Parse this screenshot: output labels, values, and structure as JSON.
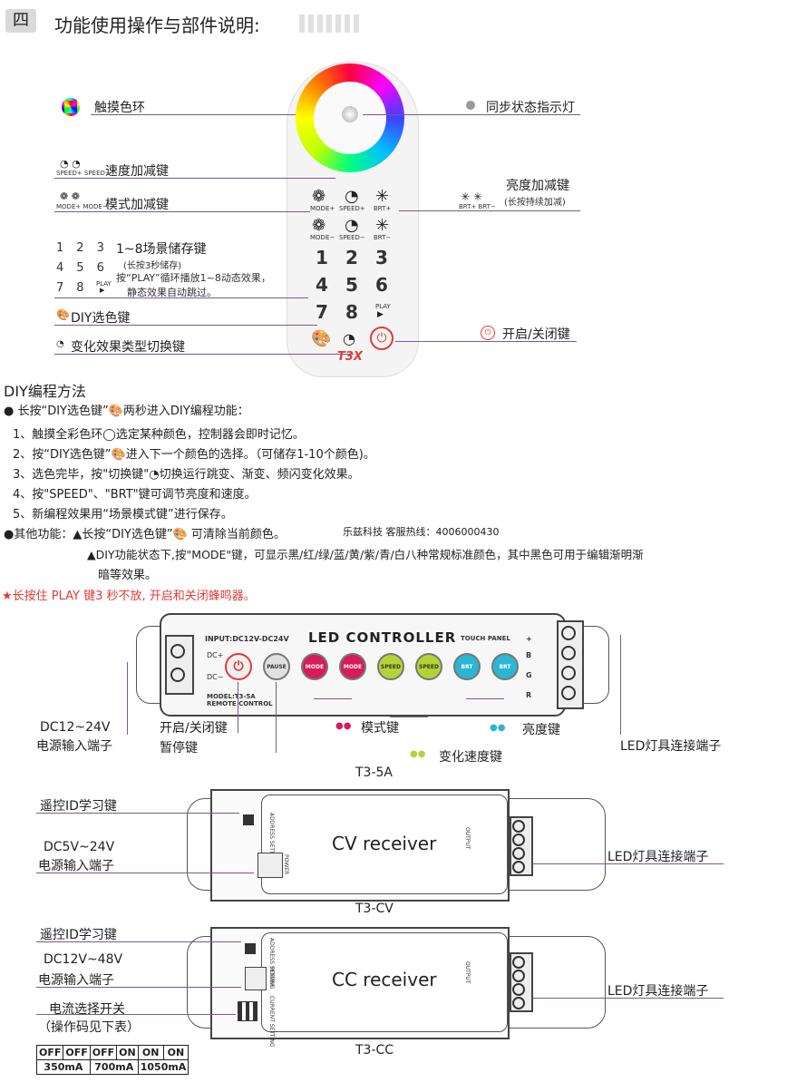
{
  "header": {
    "number": "四",
    "title": "功能使用操作与部件说明:"
  },
  "remote": {
    "labels": {
      "touch_ring": "触摸色环",
      "sync_led": "同步状态指示灯",
      "speed_keys": "速度加减键",
      "mode_keys": "模式加减键",
      "brightness_keys": "亮度加减键",
      "brightness_note": "(长按持续加减)",
      "scene_keys": "1~8场景储存键",
      "scene_note": "(长按3秒储存)",
      "play_note_1": "按“PLAY”循环播放1~8动态效果，",
      "play_note_2": "静态效果自动跳过。",
      "diy_key": "DIY选色键",
      "switch_key": "变化效果类型切换键",
      "power_key": "开启/关闭键"
    },
    "key_texts": {
      "mode_plus": "MODE+",
      "mode_minus": "MODE−",
      "speed_plus": "SPEED+",
      "speed_minus": "SPEED−",
      "brt_plus": "BRT+",
      "brt_minus": "BRT−",
      "play": "PLAY",
      "brand": "T3X"
    },
    "digits": [
      "1",
      "2",
      "3",
      "4",
      "5",
      "6",
      "7",
      "8"
    ],
    "small_digits": [
      "1",
      "2",
      "3",
      "4",
      "5",
      "6",
      "7",
      "8"
    ]
  },
  "diy": {
    "title": "DIY编程方法",
    "intro": "● 长按“DIY选色键”🎨两秒进入DIY编程功能：",
    "steps": [
      "1、触摸全彩色环◯选定某种颜色，控制器会即时记忆。",
      "2、按“DIY选色键”🎨进入下一个颜色的选择。（可储存1-10个颜色)。",
      "3、选色完毕，按\"切换键\"◔切换运行跳变、渐变、频闪变化效果。",
      "4、按\"SPEED\"、\"BRT\"键可调节亮度和速度。",
      "5、新编程效果用“场景模式键”进行保存。"
    ],
    "other_1": "●其他功能：▲长按“DIY选色键”🎨 可清除当前颜色。",
    "hotline": "乐兹科技 客服热线：4006000430",
    "other_2": "▲DIY功能状态下,按\"MODE\"键，可显示黑/红/绿/蓝/黄/紫/青/白八种常规标准颜色，其中黑色可用于编辑渐明渐",
    "other_3": "暗等效果。",
    "buzzer": "★长按住 PLAY 键3 秒不放, 开启和关闭蜂鸣器。"
  },
  "controller": {
    "input": "INPUT:DC12V-DC24V",
    "title": "LED CONTROLLER",
    "touch_panel": "TOUCH PANEL",
    "dc_plus": "DC+",
    "dc_minus": "DC−",
    "model": "MODEL:T3-5A",
    "remote_control": "REMOTE   CONTROL",
    "pause": "PAUSE",
    "mode": "MODE",
    "speed": "SPEED",
    "brt": "BRT",
    "rgb_plus": "+",
    "rgb_b": "B",
    "rgb_g": "G",
    "rgb_r": "R",
    "label_power_in_1": "DC12~24V",
    "label_power_in_2": "电源输入端子",
    "label_onoff": "开启/关闭键",
    "label_pause": "暂停键",
    "label_mode": "模式键",
    "label_brightness": "亮度键",
    "label_speed": "变化速度键",
    "label_led": "LED灯具连接端子",
    "caption": "T3-5A"
  },
  "cv": {
    "title": "CV receiver",
    "id_key": "遥控ID学习键",
    "power_1": "DC5V~24V",
    "power_2": "电源输入端子",
    "led": "LED灯具连接端子",
    "address": "ADDRESS SETTING",
    "power": "POWER",
    "output": "OUTPUT",
    "caption": "T3-CV"
  },
  "cc": {
    "title": "CC receiver",
    "id_key": "遥控ID学习键",
    "power_1": "DC12V~48V",
    "power_2": "电源输入端子",
    "current_1": "电流选择开关",
    "current_2": "（操作码见下表）",
    "led": "LED灯具连接端子",
    "address": "ADDRESS SETTING",
    "power": "POWER",
    "current": "CURRENT SETTING",
    "output": "OUTPUT",
    "caption": "T3-CC",
    "table_row1": [
      "OFF",
      "OFF",
      "OFF",
      "ON",
      "ON",
      "ON"
    ],
    "table_row2": [
      "350mA",
      "700mA",
      "1050mA"
    ]
  },
  "colors": {
    "line": "#7a5a8a",
    "mode_btn": "#d81b5a",
    "speed_btn": "#b5d334",
    "brt_btn": "#2bb6d3",
    "power_btn": "#e53935"
  }
}
